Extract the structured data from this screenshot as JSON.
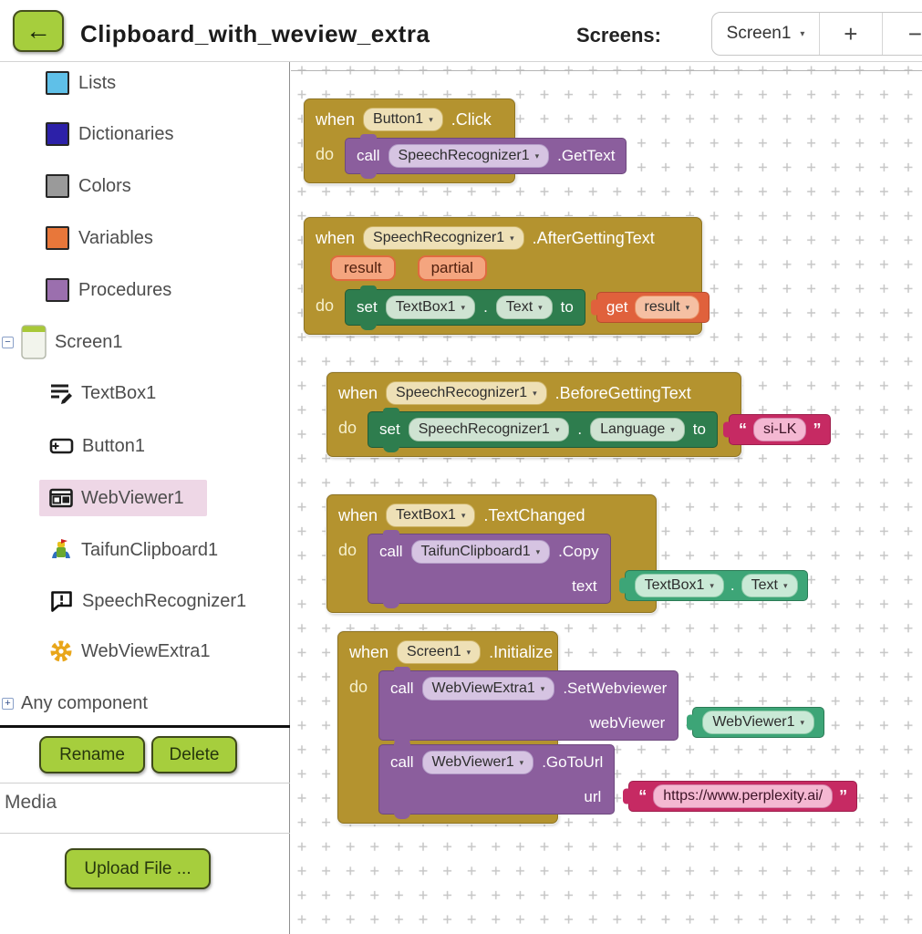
{
  "ui": {
    "when": "when",
    "do": "do",
    "call": "call",
    "set": "set",
    "get": "get",
    "to": "to",
    "dot": ".",
    "caret": "▾",
    "quote_open": "“",
    "quote_close": "”"
  },
  "header": {
    "back_icon": "←",
    "title": "Clipboard_with_weview_extra",
    "screens_label": "Screens:",
    "screen_selector": "Screen1",
    "add_screen_label": "+",
    "remove_screen_label": "−"
  },
  "colors": {
    "accent_green": "#a6ce3d",
    "block_gold": "#b4932f",
    "block_purple": "#8b5e9d",
    "block_set_green": "#2e7d4e",
    "block_getter_green": "#3da577",
    "block_orange": "#e0613c",
    "block_text_pink": "#c62a63",
    "selected_row_pink": "#eed7e6",
    "palette_lists": "#5fc0e8",
    "palette_dictionaries": "#2c20a8",
    "palette_colors": "#9a9a9a",
    "palette_variables": "#e8773a",
    "palette_procedures": "#9b6fae"
  },
  "sidebar": {
    "palette": [
      {
        "label": "Lists"
      },
      {
        "label": "Dictionaries"
      },
      {
        "label": "Colors"
      },
      {
        "label": "Variables"
      },
      {
        "label": "Procedures"
      }
    ],
    "tree": {
      "collapse_icon": "−",
      "expand_icon": "+",
      "screen": "Screen1",
      "items": [
        {
          "label": "TextBox1"
        },
        {
          "label": "Button1"
        },
        {
          "label": "WebViewer1"
        },
        {
          "label": "TaifunClipboard1"
        },
        {
          "label": "SpeechRecognizer1"
        },
        {
          "label": "WebViewExtra1"
        }
      ],
      "any_component": "Any component"
    },
    "rename_button": "Rename",
    "delete_button": "Delete",
    "media_label": "Media",
    "upload_button": "Upload File ..."
  },
  "blocks": [
    {
      "component": "Button1",
      "event": ".Click",
      "call_component": "SpeechRecognizer1",
      "method": ".GetText"
    },
    {
      "component": "SpeechRecognizer1",
      "event": ".AfterGettingText",
      "params": [
        "result",
        "partial"
      ],
      "set_component": "TextBox1",
      "property": "Text",
      "value_var": "result"
    },
    {
      "component": "SpeechRecognizer1",
      "event": ".BeforeGettingText",
      "set_component": "SpeechRecognizer1",
      "property": "Language",
      "value_text": "si-LK"
    },
    {
      "component": "TextBox1",
      "event": ".TextChanged",
      "call_component": "TaifunClipboard1",
      "method": ".Copy",
      "param": "text",
      "value_component": "TextBox1",
      "value_property": "Text"
    },
    {
      "component": "Screen1",
      "event": ".Initialize",
      "calls": [
        {
          "call_component": "WebViewExtra1",
          "method": ".SetWebviewer",
          "param": "webViewer",
          "value_component": "WebViewer1"
        },
        {
          "call_component": "WebViewer1",
          "method": ".GoToUrl",
          "param": "url",
          "value_text": "https://www.perplexity.ai/"
        }
      ]
    }
  ]
}
